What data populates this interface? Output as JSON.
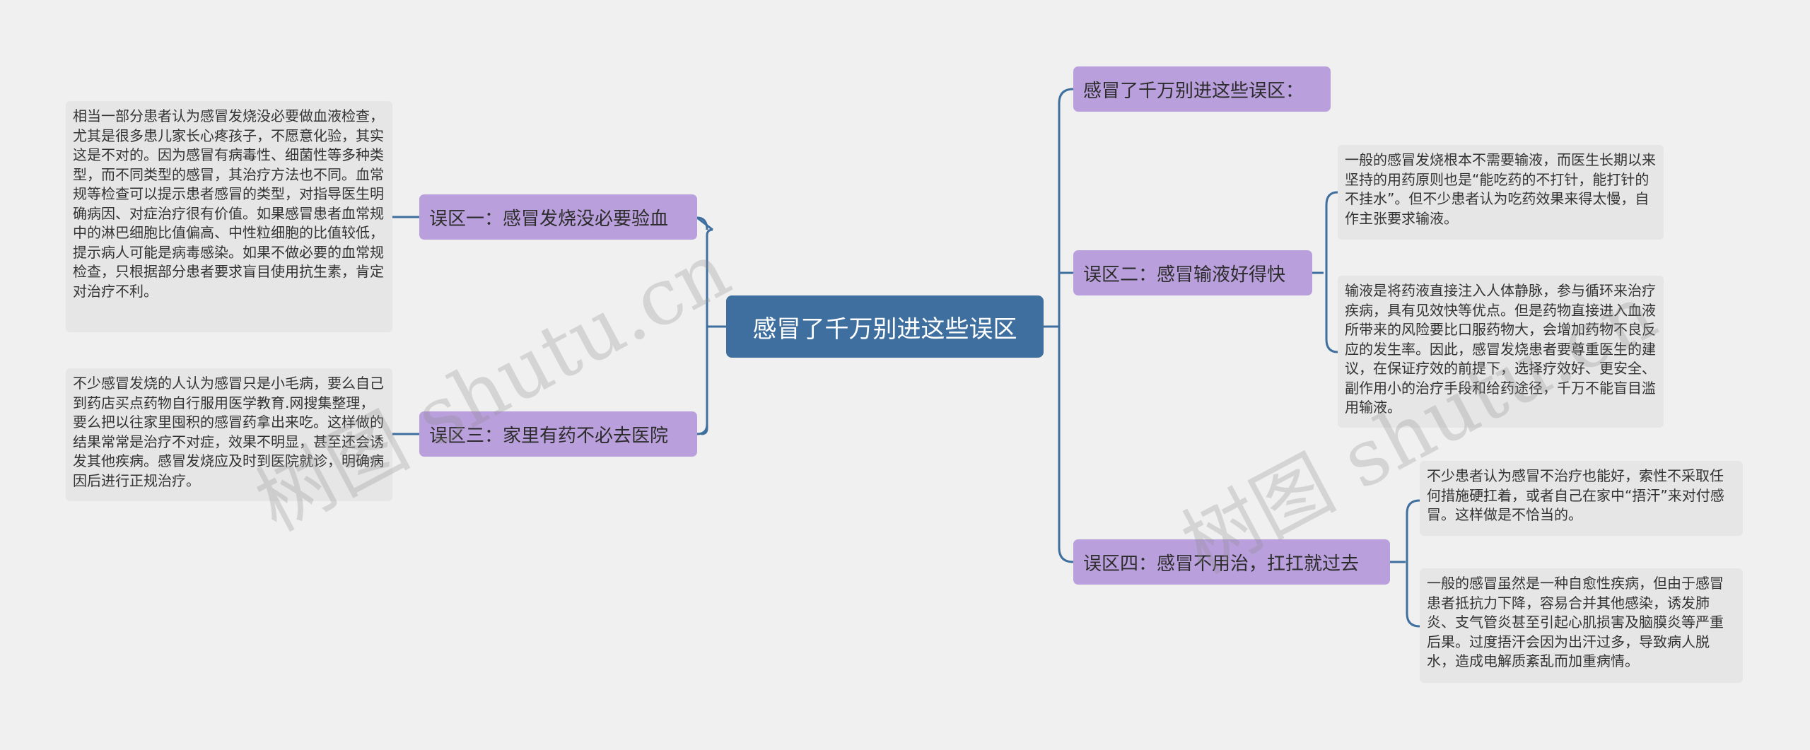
{
  "root": {
    "label": "感冒了千万别进这些误区"
  },
  "branches": {
    "title_right": {
      "label": "感冒了千万别进这些误区："
    },
    "myth1": {
      "label": "误区一：感冒发烧没必要验血",
      "text": "相当一部分患者认为感冒发烧没必要做血液检查，尤其是很多患儿家长心疼孩子，不愿意化验，其实这是不对的。因为感冒有病毒性、细菌性等多种类型，而不同类型的感冒，其治疗方法也不同。血常规等检查可以提示患者感冒的类型，对指导医生明确病因、对症治疗很有价值。如果感冒患者血常规中的淋巴细胞比值偏高、中性粒细胞的比值较低，提示病人可能是病毒感染。如果不做必要的血常规检查，只根据部分患者要求盲目使用抗生素，肯定对治疗不利。"
    },
    "myth3": {
      "label": "误区三：家里有药不必去医院",
      "text": "不少感冒发烧的人认为感冒只是小毛病，要么自己到药店买点药物自行服用医学教育.网搜集整理，要么把以往家里囤积的感冒药拿出来吃。这样做的结果常常是治疗不对症，效果不明显，甚至还会诱发其他疾病。感冒发烧应及时到医院就诊，明确病因后进行正规治疗。"
    },
    "myth2": {
      "label": "误区二：感冒输液好得快",
      "texts": [
        "一般的感冒发烧根本不需要输液，而医生长期以来坚持的用药原则也是“能吃药的不打针，能打针的不挂水”。但不少患者认为吃药效果来得太慢，自作主张要求输液。",
        "输液是将药液直接注入人体静脉，参与循环来治疗疾病，具有见效快等优点。但是药物直接进入血液所带来的风险要比口服药物大，会增加药物不良反应的发生率。因此，感冒发烧患者要尊重医生的建议，在保证疗效的前提下，选择疗效好、更安全、副作用小的治疗手段和给药途径，千万不能盲目滥用输液。"
      ]
    },
    "myth4": {
      "label": "误区四：感冒不用治，扛扛就过去",
      "texts": [
        "不少患者认为感冒不治疗也能好，索性不采取任何措施硬扛着，或者自己在家中“捂汗”来对付感冒。这样做是不恰当的。",
        "一般的感冒虽然是一种自愈性疾病，但由于感冒患者抵抗力下降，容易合并其他感染，诱发肺炎、支气管炎甚至引起心肌损害及脑膜炎等严重后果。过度捂汗会因为出汗过多，导致病人脱水，造成电解质紊乱而加重病情。"
      ]
    }
  },
  "watermarks": [
    "树图 shutu.cn",
    "树图 shutu.cn"
  ],
  "colors": {
    "background": "#f0f0f0",
    "root": "#3f6f9e",
    "branch": "#b99fdb",
    "leaf": "#e6e6e6",
    "line": "#3f6f9e"
  }
}
